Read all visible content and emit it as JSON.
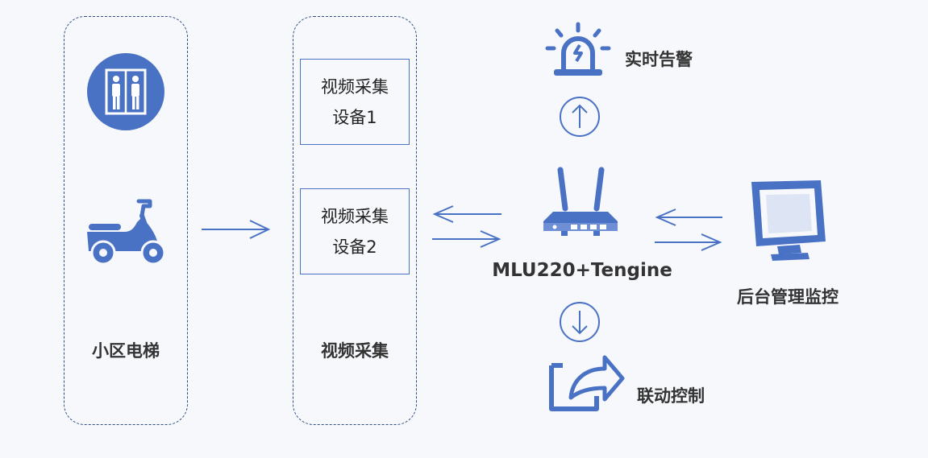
{
  "elevator_group": {
    "label": "小区电梯"
  },
  "video_group": {
    "label": "视频采集",
    "devices": [
      {
        "line1": "视频采集",
        "line2": "设备1"
      },
      {
        "line1": "视频采集",
        "line2": "设备2"
      }
    ]
  },
  "edge_device": {
    "label": "MLU220+Tengine"
  },
  "alert": {
    "label": "实时告警"
  },
  "control": {
    "label": "联动控制"
  },
  "monitor": {
    "label": "后台管理监控"
  },
  "colors": {
    "accent": "#4a72c4",
    "dash": "#2f4f86"
  },
  "icons": [
    "elevator-icon",
    "scooter-icon",
    "alarm-light-icon",
    "router-icon",
    "monitor-icon",
    "share-arrow-icon"
  ]
}
